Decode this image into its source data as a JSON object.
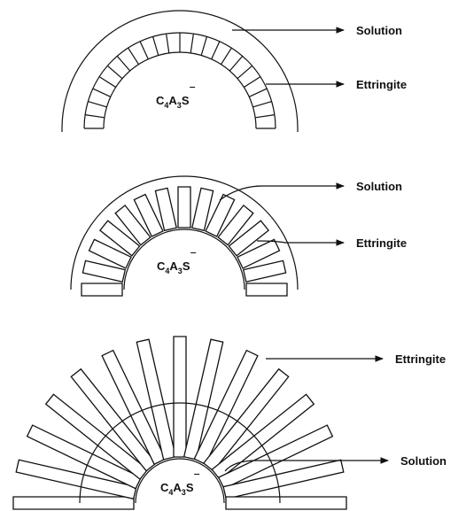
{
  "diagram": {
    "stages": [
      {
        "core": {
          "base": "C",
          "sub1": "4",
          "mid": "A",
          "sub2": "3",
          "tail": "S",
          "bar": "‾"
        },
        "labels": {
          "solution": "Solution",
          "ettringite": "Ettringite"
        }
      },
      {
        "core": {
          "base": "C",
          "sub1": "4",
          "mid": "A",
          "sub2": "3",
          "tail": "S",
          "bar": "‾"
        },
        "labels": {
          "solution": "Solution",
          "ettringite": "Ettringite"
        }
      },
      {
        "core": {
          "base": "C",
          "sub1": "4",
          "mid": "A",
          "sub2": "3",
          "tail": "S",
          "bar": "‾"
        },
        "labels": {
          "ettringite": "Ettringite",
          "solution": "Solution"
        }
      }
    ],
    "colors": {
      "ink": "#111111",
      "background": "#ffffff"
    }
  }
}
